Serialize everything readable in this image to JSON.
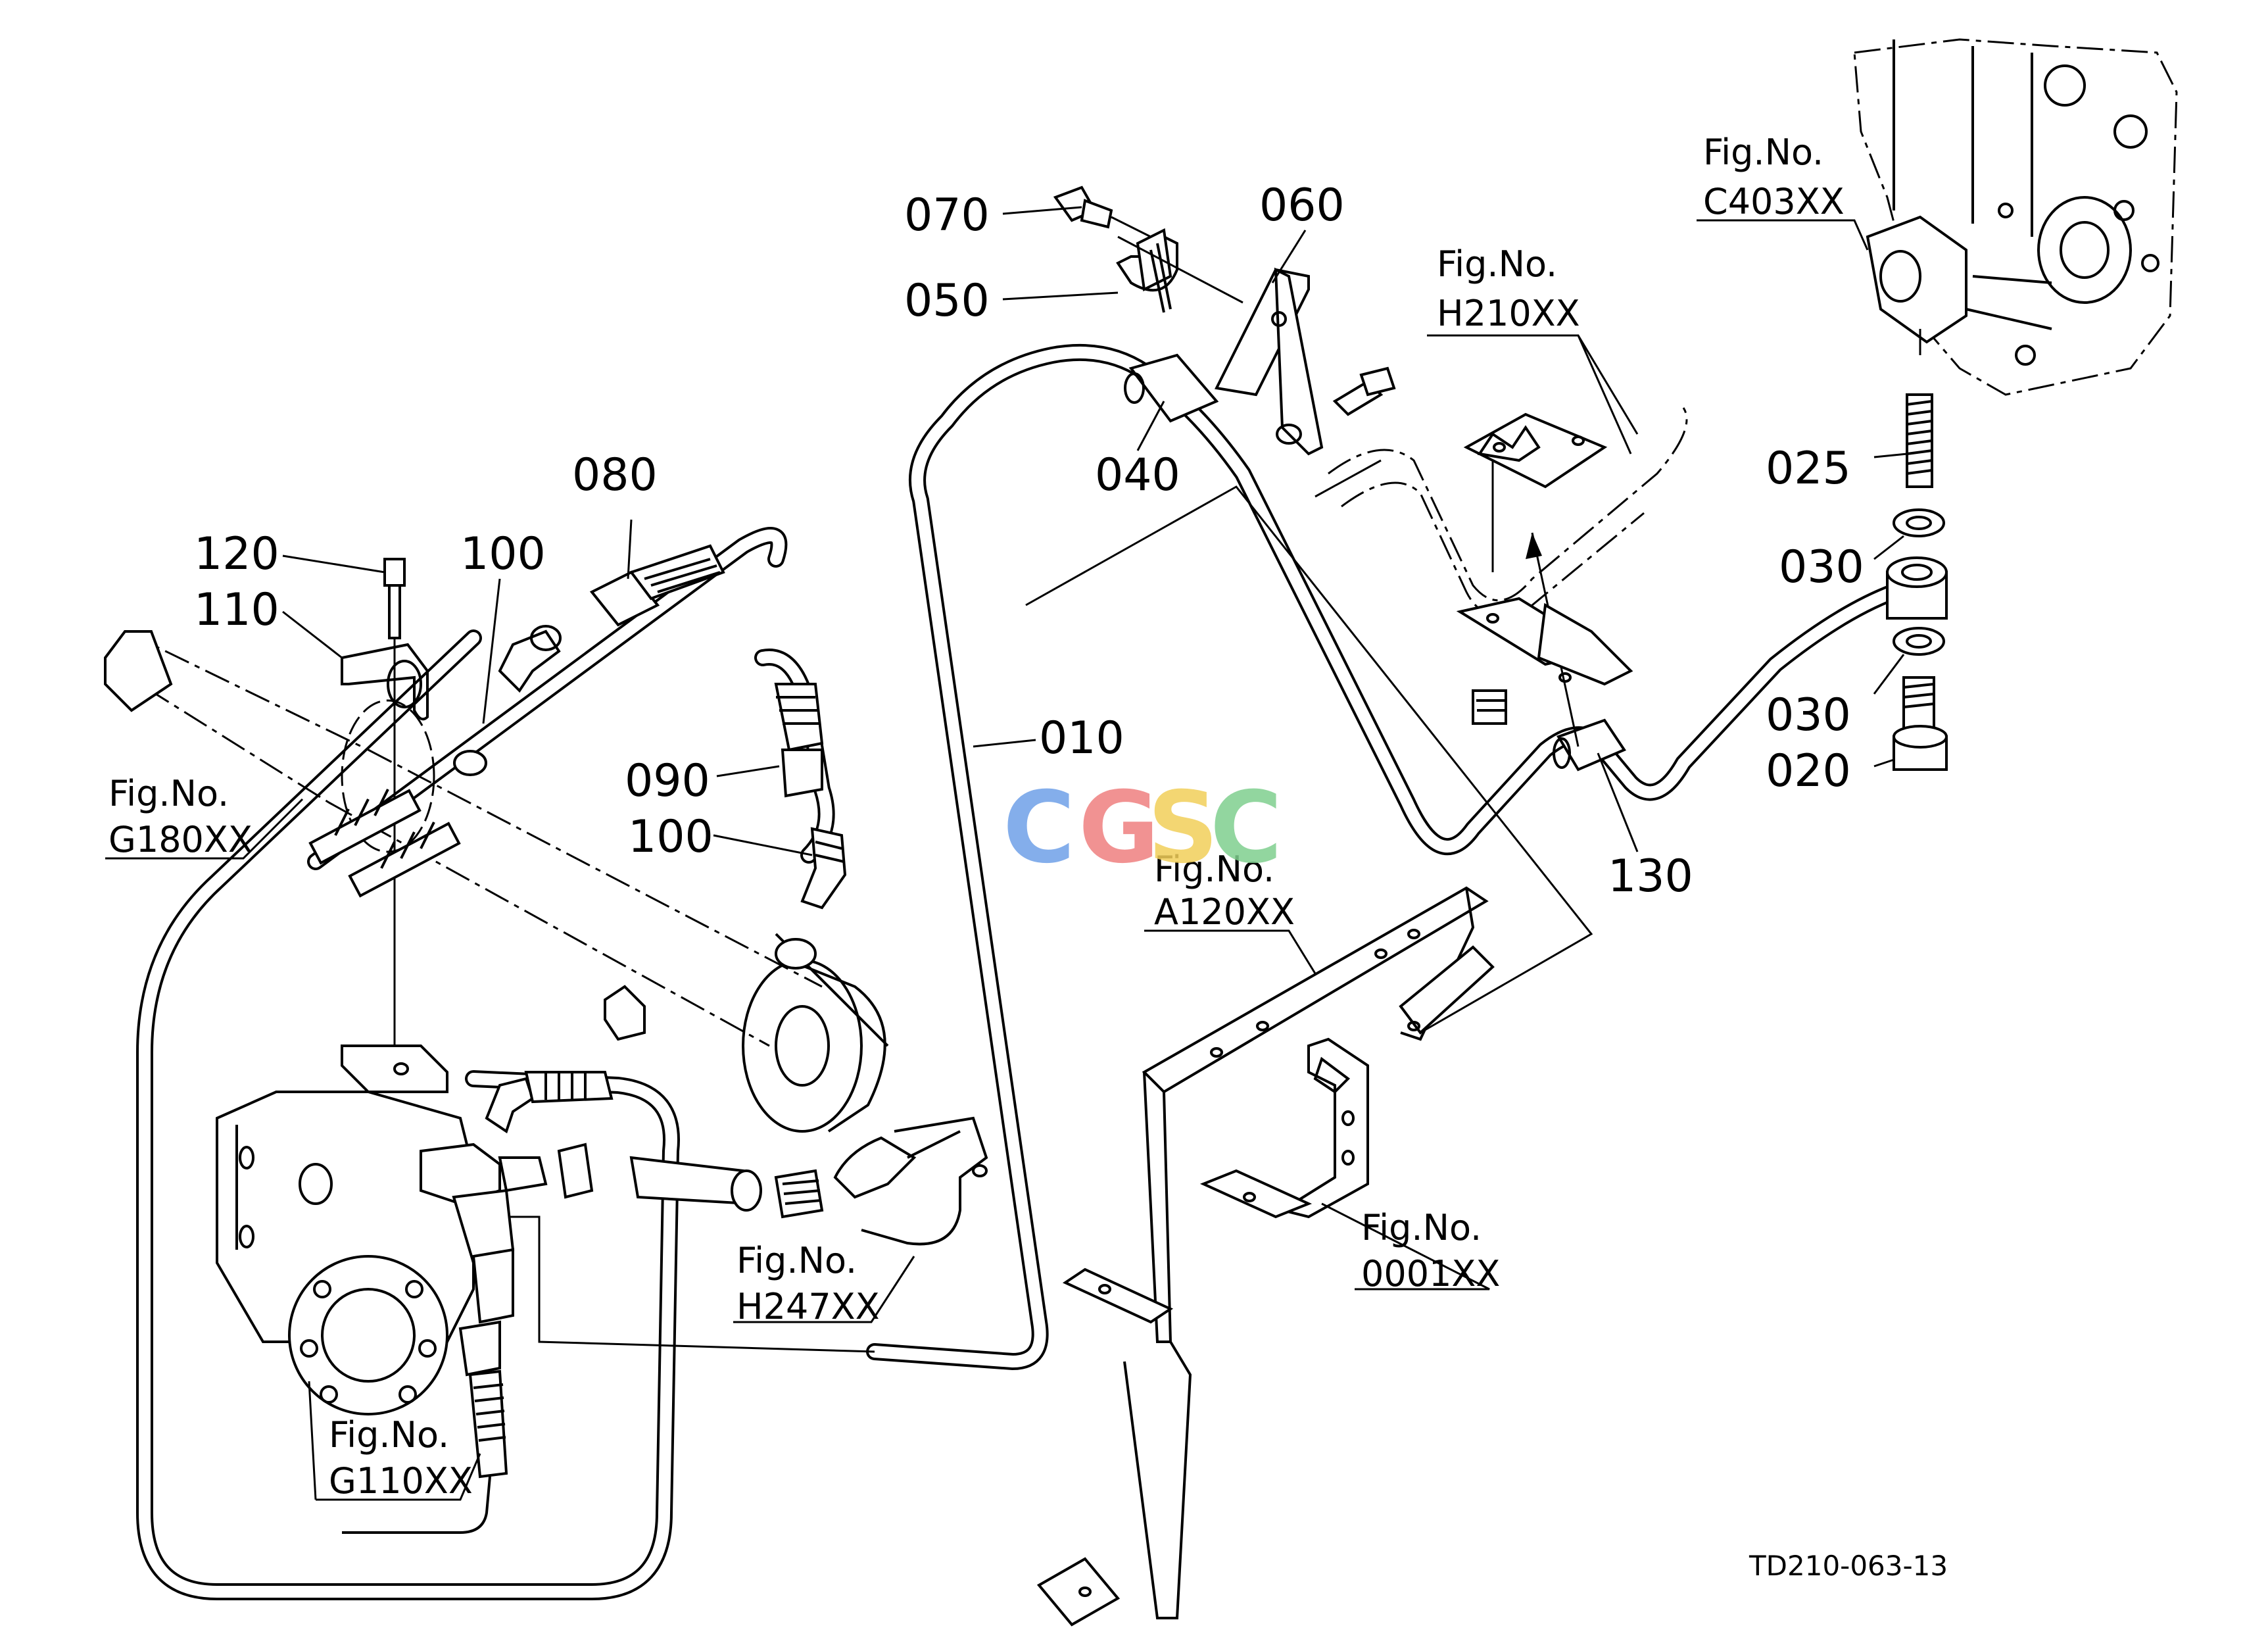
{
  "part_labels": {
    "p010": "010",
    "p020": "020",
    "p025": "025",
    "p030a": "030",
    "p030b": "030",
    "p040": "040",
    "p050": "050",
    "p060": "060",
    "p070": "070",
    "p080": "080",
    "p090": "090",
    "p100a": "100",
    "p100b": "100",
    "p110": "110",
    "p120": "120",
    "p130": "130"
  },
  "figure_refs": {
    "g180": {
      "line1": "Fig.No.",
      "line2": "G180XX"
    },
    "g110": {
      "line1": "Fig.No.",
      "line2": "G110XX"
    },
    "h247": {
      "line1": "Fig.No.",
      "line2": "H247XX"
    },
    "a120": {
      "line1": "Fig.No.",
      "line2": "A120XX"
    },
    "h210": {
      "line1": "Fig.No.",
      "line2": "H210XX"
    },
    "c403": {
      "line1": "Fig.No.",
      "line2": "C403XX"
    },
    "f0001": {
      "line1": "Fig.No.",
      "line2": "0001XX"
    }
  },
  "document_id": "TD210-063-13",
  "watermark": {
    "letters": [
      "C",
      "G",
      "S",
      "C"
    ],
    "colors": [
      "#6fa0e8",
      "#ef7f7f",
      "#f2cf5a",
      "#7fcf8f"
    ]
  }
}
